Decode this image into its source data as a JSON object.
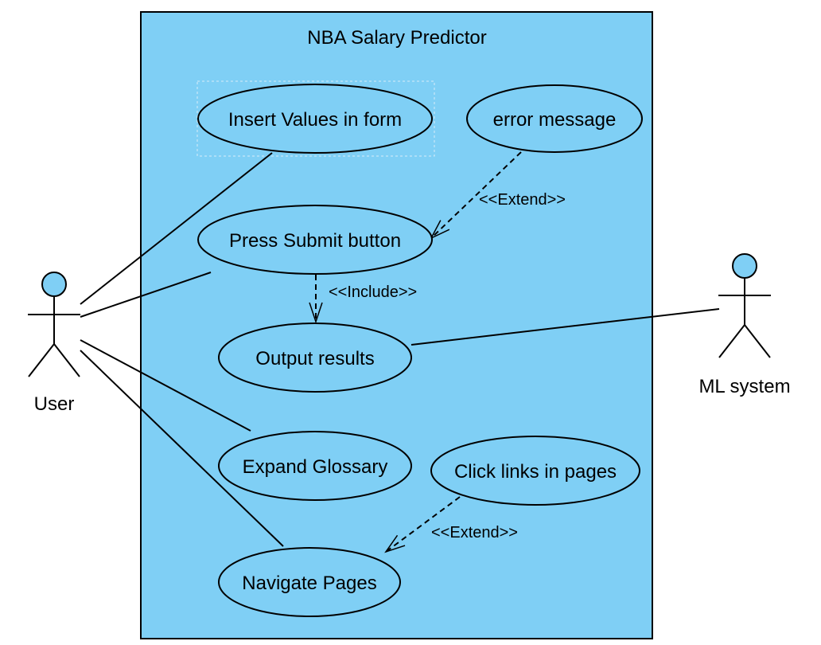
{
  "system": {
    "title": "NBA Salary Predictor",
    "fill_color": "#7fcff5"
  },
  "actors": {
    "user": {
      "name": "User"
    },
    "ml_system": {
      "name": "ML system"
    }
  },
  "use_cases": {
    "insert_values": "Insert Values in form",
    "error_message": "error message",
    "press_submit": "Press Submit button",
    "output_results": "Output results",
    "expand_glossary": "Expand Glossary",
    "click_links": "Click links in pages",
    "navigate_pages": "Navigate Pages"
  },
  "relations": {
    "extend_error": "<<Extend>>",
    "include_output": "<<Include>>",
    "extend_links": "<<Extend>>"
  },
  "colors": {
    "actor_head": "#7fcff5",
    "use_case_fill": "#7fcff5",
    "stroke": "#000000"
  }
}
